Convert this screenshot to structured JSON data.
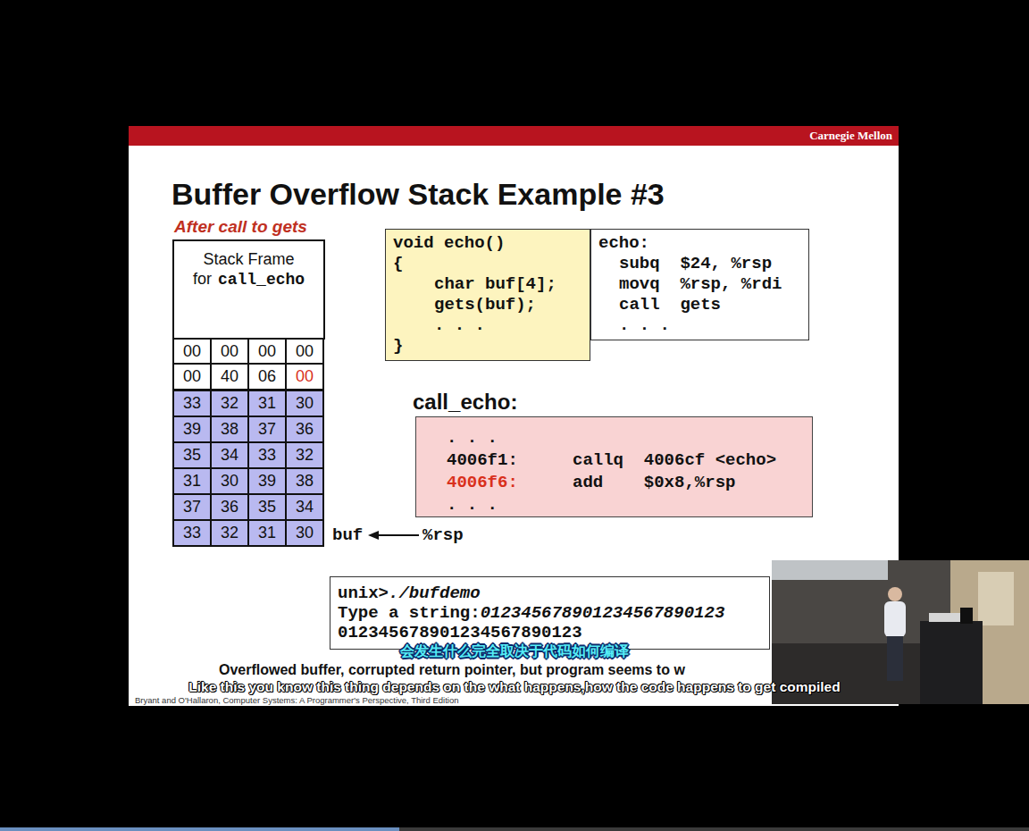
{
  "diagram": {
    "title": "Buffer Overflow Stack Example #3",
    "nodes": [
      {
        "text": [
          "Carnegie Mellon"
        ]
      },
      {
        "text": [
          "Stack Frame",
          "for",
          "call_echo"
        ]
      },
      {
        "text": [
          "void echo()",
          "{",
          "char buf[4];",
          "gets(buf);",
          ". . .",
          "}"
        ]
      },
      {
        "text": [
          "echo:",
          "subq  $24, %rsp",
          "movq  %rsp, %rdi",
          "call  gets",
          ". . ."
        ]
      },
      {
        "text": [
          "call_echo:",
          ". . .",
          "4006f1:",
          "callq  4006cf <echo>",
          "4006f6:",
          "add    $0x8,%rsp",
          ". . ."
        ]
      },
      {
        "text": [
          "unix>",
          "./bufdemo",
          "Type a string:",
          "012345678901234567890123",
          "012345678901234567890123"
        ]
      }
    ],
    "labels": [
      "After call to gets",
      "00",
      "00",
      "00",
      "00",
      "00",
      "40",
      "06",
      "00",
      "33",
      "32",
      "31",
      "30",
      "39",
      "38",
      "37",
      "36",
      "35",
      "34",
      "33",
      "32",
      "31",
      "30",
      "39",
      "38",
      "37",
      "36",
      "35",
      "34",
      "33",
      "32",
      "31",
      "30",
      "buf",
      "%rsp",
      "Overflowed buffer, corrupted return pointer, but program seems to w",
      "Bryant and O'Hallaron, Computer Systems: A Programmer's Perspective, Third Edition",
      "会发生什么完全取决于代码如何编译",
      "Like this you know this thing depends on the what happens,how the code happens to get compiled"
    ]
  }
}
